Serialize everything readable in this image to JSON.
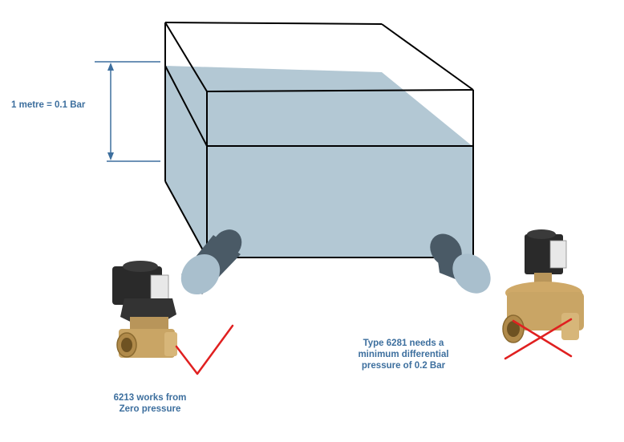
{
  "labels": {
    "height_note": "1 metre = 0.1 Bar",
    "valve_6213_line1": "6213 works from",
    "valve_6213_line2": "Zero pressure",
    "valve_6281_line1": "Type 6281 needs a",
    "valve_6281_line2": "minimum differential",
    "valve_6281_line3": "pressure of 0.2 Bar"
  },
  "colors": {
    "water": "#b3c8d4",
    "outline": "#000000",
    "pipe": "#4a5a66",
    "pipe_end": "#a9bfcd",
    "dimension": "#3d6f9e",
    "label": "#3d6f9e",
    "check": "#e02020",
    "cross": "#e02020",
    "brass": "#c9a565",
    "coil": "#2a2a2a"
  },
  "marks": {
    "valve_6213": "check-mark",
    "valve_6281": "cross-mark"
  }
}
